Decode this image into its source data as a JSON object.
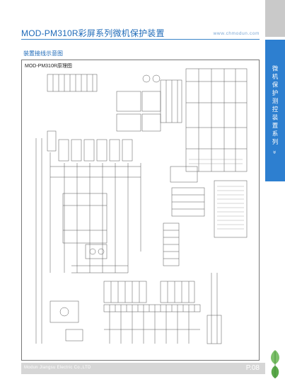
{
  "header": {
    "title": "MOD-PM310R彩屏系列微机保护装置",
    "url": "www.chmodun.com"
  },
  "section": {
    "label": "装置接线示意图"
  },
  "diagram": {
    "title": "MOD-PM310R原理图"
  },
  "sidebar": {
    "text": "微机保护测控装置系列 »"
  },
  "footer": {
    "company": "Modun Jiangsu Electric Co.,LTD",
    "page": "P.08"
  },
  "colors": {
    "brand_blue": "#2d7fd0",
    "rule_blue": "#3a85c9",
    "footer_gray": "#d6d6d6",
    "logo_green": "#5aa84a"
  },
  "icons": {
    "logo": "leaf-logo-icon"
  }
}
